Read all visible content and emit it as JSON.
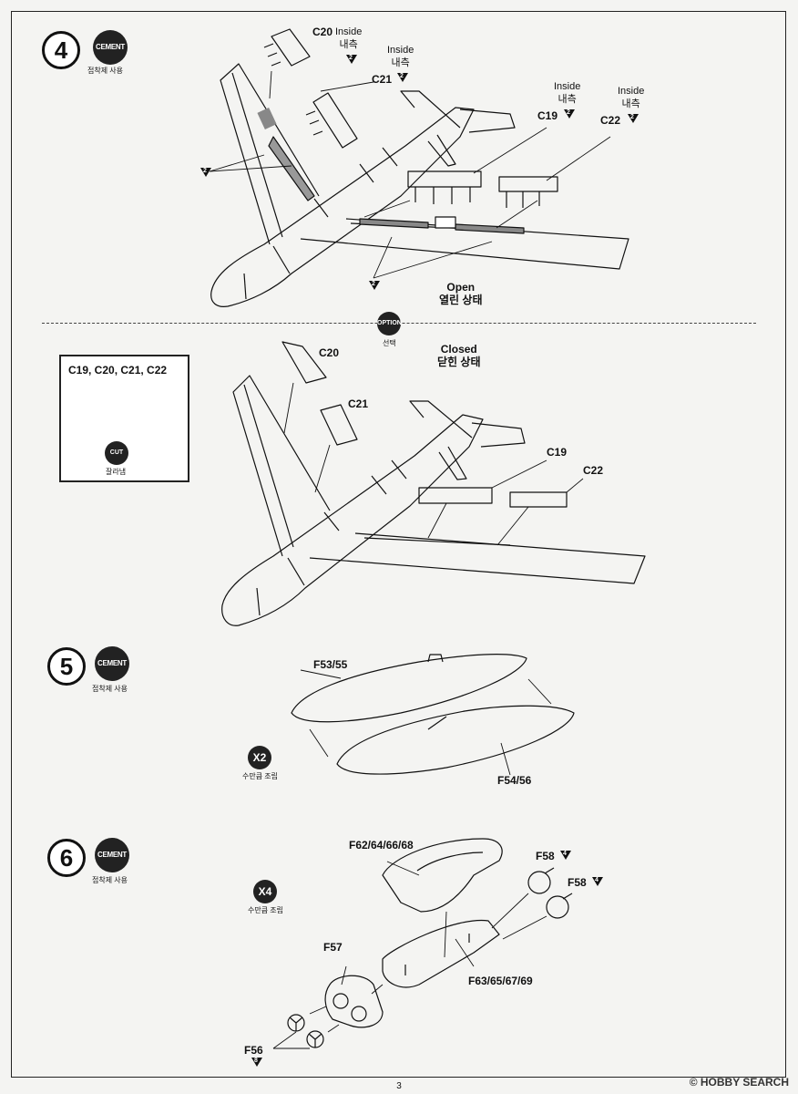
{
  "page_number": "3",
  "watermark": "© HOBBY SEARCH",
  "step4": {
    "number": "4",
    "cement_badge": "CEMENT",
    "cement_caption": "접착제 사용",
    "open_caption_en": "Open",
    "open_caption_ko": "열린 상태",
    "closed_caption_en": "Closed",
    "closed_caption_ko": "닫힌 상태",
    "option_badge": "OPTION",
    "option_caption": "선택",
    "open_parts": {
      "c20": "C20",
      "c20_note_en": "Inside",
      "c20_note_ko": "내측",
      "c21": "C21",
      "c21_note_en": "Inside",
      "c21_note_ko": "내측",
      "c19": "C19",
      "c19_note_en": "Inside",
      "c19_note_ko": "내측",
      "c22": "C22",
      "c22_note_en": "Inside",
      "c22_note_ko": "내측",
      "ref": "2"
    },
    "closed_parts": {
      "c20": "C20",
      "c21": "C21",
      "c19": "C19",
      "c22": "C22"
    },
    "inset_title": "C19, C20, C21, C22",
    "cut_badge": "CUT",
    "cut_caption": "잘라냄"
  },
  "step5": {
    "number": "5",
    "cement_badge": "CEMENT",
    "cement_caption": "접착제 사용",
    "part_top": "F53/55",
    "part_bottom": "F54/56",
    "qty_badge": "X2",
    "qty_caption": "수만큼 조립"
  },
  "step6": {
    "number": "6",
    "cement_badge": "CEMENT",
    "cement_caption": "접착제 사용",
    "qty_badge": "X4",
    "qty_caption": "수만큼 조립",
    "part_cowl": "F62/64/66/68",
    "part_pylon": "F63/65/67/69",
    "part_f58a": "F58",
    "part_f58b": "F58",
    "f58_ref": "4",
    "part_f57": "F57",
    "part_f56": "F56",
    "f56_ref": "8"
  }
}
